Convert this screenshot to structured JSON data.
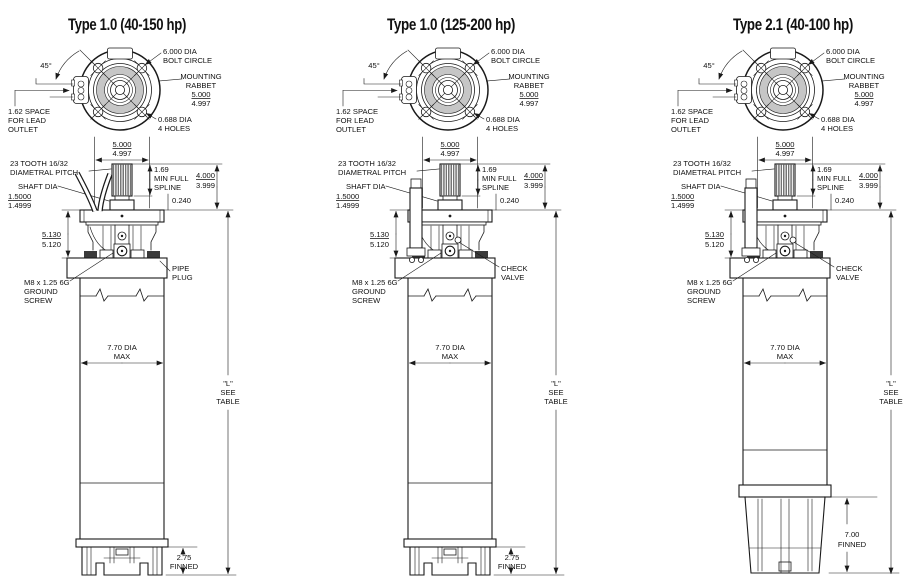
{
  "figure": {
    "panels": [
      {
        "title": "Type 1.0 (40-150 hp)",
        "top_view": {
          "angle": "45°",
          "bolt_circle": [
            "6.000 DIA",
            "BOLT CIRCLE"
          ],
          "mounting_rabbet": [
            "MOUNTING",
            "RABBET",
            "5.000",
            "4.997"
          ],
          "lead_space": [
            "1.62 SPACE",
            "FOR LEAD",
            "OUTLET"
          ],
          "holes": [
            "0.688 DIA",
            "4 HOLES"
          ],
          "width_dim": [
            "5.000",
            "4.997"
          ]
        },
        "side_view": {
          "spline_teeth": [
            "23 TOOTH 16/32",
            "DIAMETRAL PITCH"
          ],
          "shaft_dia_label": "SHAFT DIA",
          "shaft_dia": [
            "1.5000",
            "1.4999"
          ],
          "spline_length": [
            "1.69",
            "MIN FULL",
            "SPLINE"
          ],
          "shaft_extension": [
            "4.000",
            "3.999"
          ],
          "shoulder": "0.240",
          "head_height": [
            "5.130",
            "5.120"
          ],
          "ground_screw": [
            "M8 x 1.25 6G",
            "GROUND",
            "SCREW"
          ],
          "port": [
            "PIPE",
            "PLUG"
          ],
          "body_dia": [
            "7.70 DIA",
            "MAX"
          ],
          "length": [
            "\"L\"",
            "SEE",
            "TABLE"
          ],
          "base": [
            "2.75",
            "FINNED"
          ]
        }
      },
      {
        "title": "Type 1.0 (125-200 hp)",
        "top_view": {
          "angle": "45°",
          "bolt_circle": [
            "6.000 DIA",
            "BOLT CIRCLE"
          ],
          "mounting_rabbet": [
            "MOUNTING",
            "RABBET",
            "5.000",
            "4.997"
          ],
          "lead_space": [
            "1.62 SPACE",
            "FOR LEAD",
            "OUTLET"
          ],
          "holes": [
            "0.688 DIA",
            "4 HOLES"
          ],
          "width_dim": [
            "5.000",
            "4.997"
          ]
        },
        "side_view": {
          "spline_teeth": [
            "23 TOOTH 16/32",
            "DIAMETRAL PITCH"
          ],
          "shaft_dia_label": "SHAFT DIA",
          "shaft_dia": [
            "1.5000",
            "1.4999"
          ],
          "spline_length": [
            "1.69",
            "MIN FULL",
            "SPLINE"
          ],
          "shaft_extension": [
            "4.000",
            "3.999"
          ],
          "shoulder": "0.240",
          "head_height": [
            "5.130",
            "5.120"
          ],
          "ground_screw": [
            "M8 x 1.25 6G",
            "GROUND",
            "SCREW"
          ],
          "port": [
            "CHECK",
            "VALVE"
          ],
          "body_dia": [
            "7.70 DIA",
            "MAX"
          ],
          "length": [
            "\"L\"",
            "SEE",
            "TABLE"
          ],
          "base": [
            "2.75",
            "FINNED"
          ]
        }
      },
      {
        "title": "Type 2.1 (40-100 hp)",
        "top_view": {
          "angle": "45°",
          "bolt_circle": [
            "6.000 DIA",
            "BOLT CIRCLE"
          ],
          "mounting_rabbet": [
            "MOUNTING",
            "RABBET",
            "5.000",
            "4.997"
          ],
          "lead_space": [
            "1.62 SPACE",
            "FOR LEAD",
            "OUTLET"
          ],
          "holes": [
            "0.688 DIA",
            "4 HOLES"
          ],
          "width_dim": [
            "5.000",
            "4.997"
          ]
        },
        "side_view": {
          "spline_teeth": [
            "23 TOOTH 16/32",
            "DIAMETRAL PITCH"
          ],
          "shaft_dia_label": "SHAFT DIA",
          "shaft_dia": [
            "1.5000",
            "1.4999"
          ],
          "spline_length": [
            "1.69",
            "MIN FULL",
            "SPLINE"
          ],
          "shaft_extension": [
            "4.000",
            "3.999"
          ],
          "shoulder": "0.240",
          "head_height": [
            "5.130",
            "5.120"
          ],
          "ground_screw": [
            "M8 x 1.25 6G",
            "GROUND",
            "SCREW"
          ],
          "port": [
            "CHECK",
            "VALVE"
          ],
          "body_dia": [
            "7.70 DIA",
            "MAX"
          ],
          "length": [
            "\"L\"",
            "SEE",
            "TABLE"
          ],
          "base": [
            "7.00",
            "FINNED"
          ]
        }
      }
    ]
  }
}
